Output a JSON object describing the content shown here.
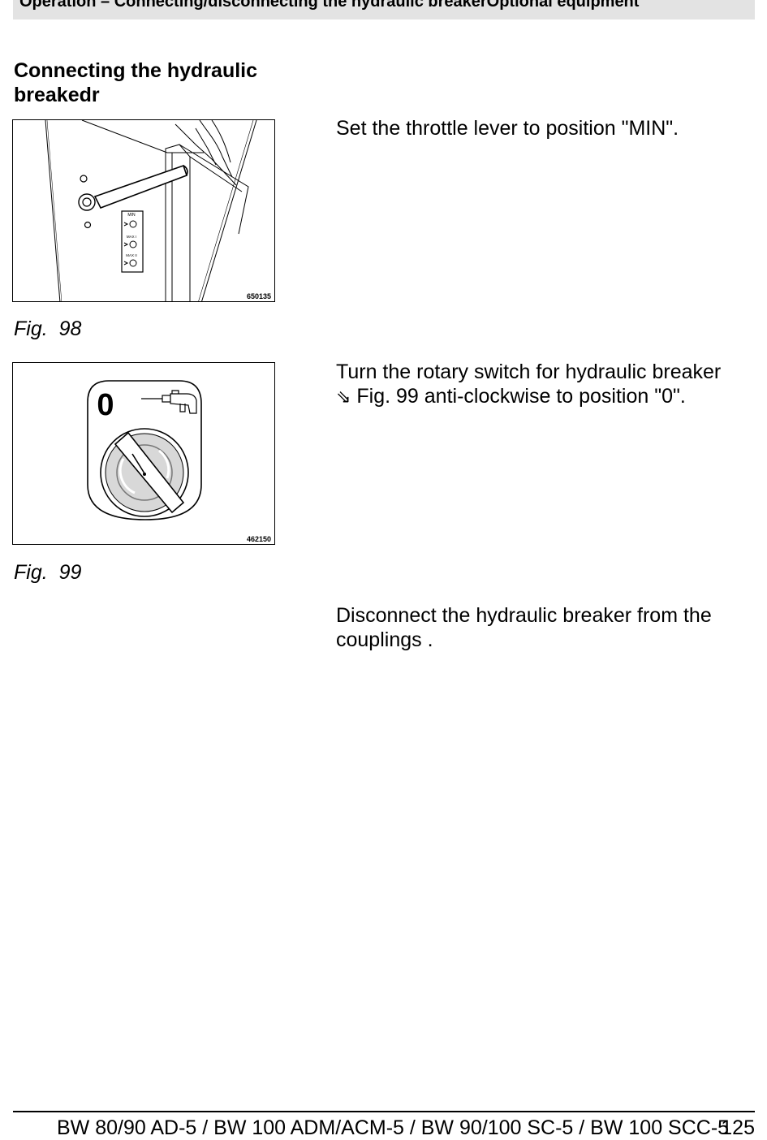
{
  "header": {
    "title": "Operation – Connecting/disconnecting the hydraulic breakerOptional equipment"
  },
  "section": {
    "title": "Connecting the hydraulic breakedr"
  },
  "figures": [
    {
      "code": "650135",
      "caption": "Fig.  98",
      "labels": {
        "min": "MIN",
        "max1": "MAX I",
        "max2": "MAX II"
      }
    },
    {
      "code": "462150",
      "caption": "Fig.  99",
      "switch_label": "0"
    }
  ],
  "steps": [
    {
      "text": "Set the throttle lever to position \"MIN\"."
    },
    {
      "text_before": "Turn the rotary switch for hydraulic breaker",
      "ref_icon": "cross-reference-arrow-icon",
      "ref_glyph": "⇘",
      "ref_link": "Fig.  99",
      "text_after": " anti-clockwise to position \"0\"."
    },
    {
      "text": "Disconnect the hydraulic breaker from the couplings ."
    }
  ],
  "footer": {
    "models": "BW 80/90 AD-5 / BW 100 ADM/ACM-5 / BW 90/100 SC-5 / BW 100 SCC-5",
    "page": "125"
  }
}
